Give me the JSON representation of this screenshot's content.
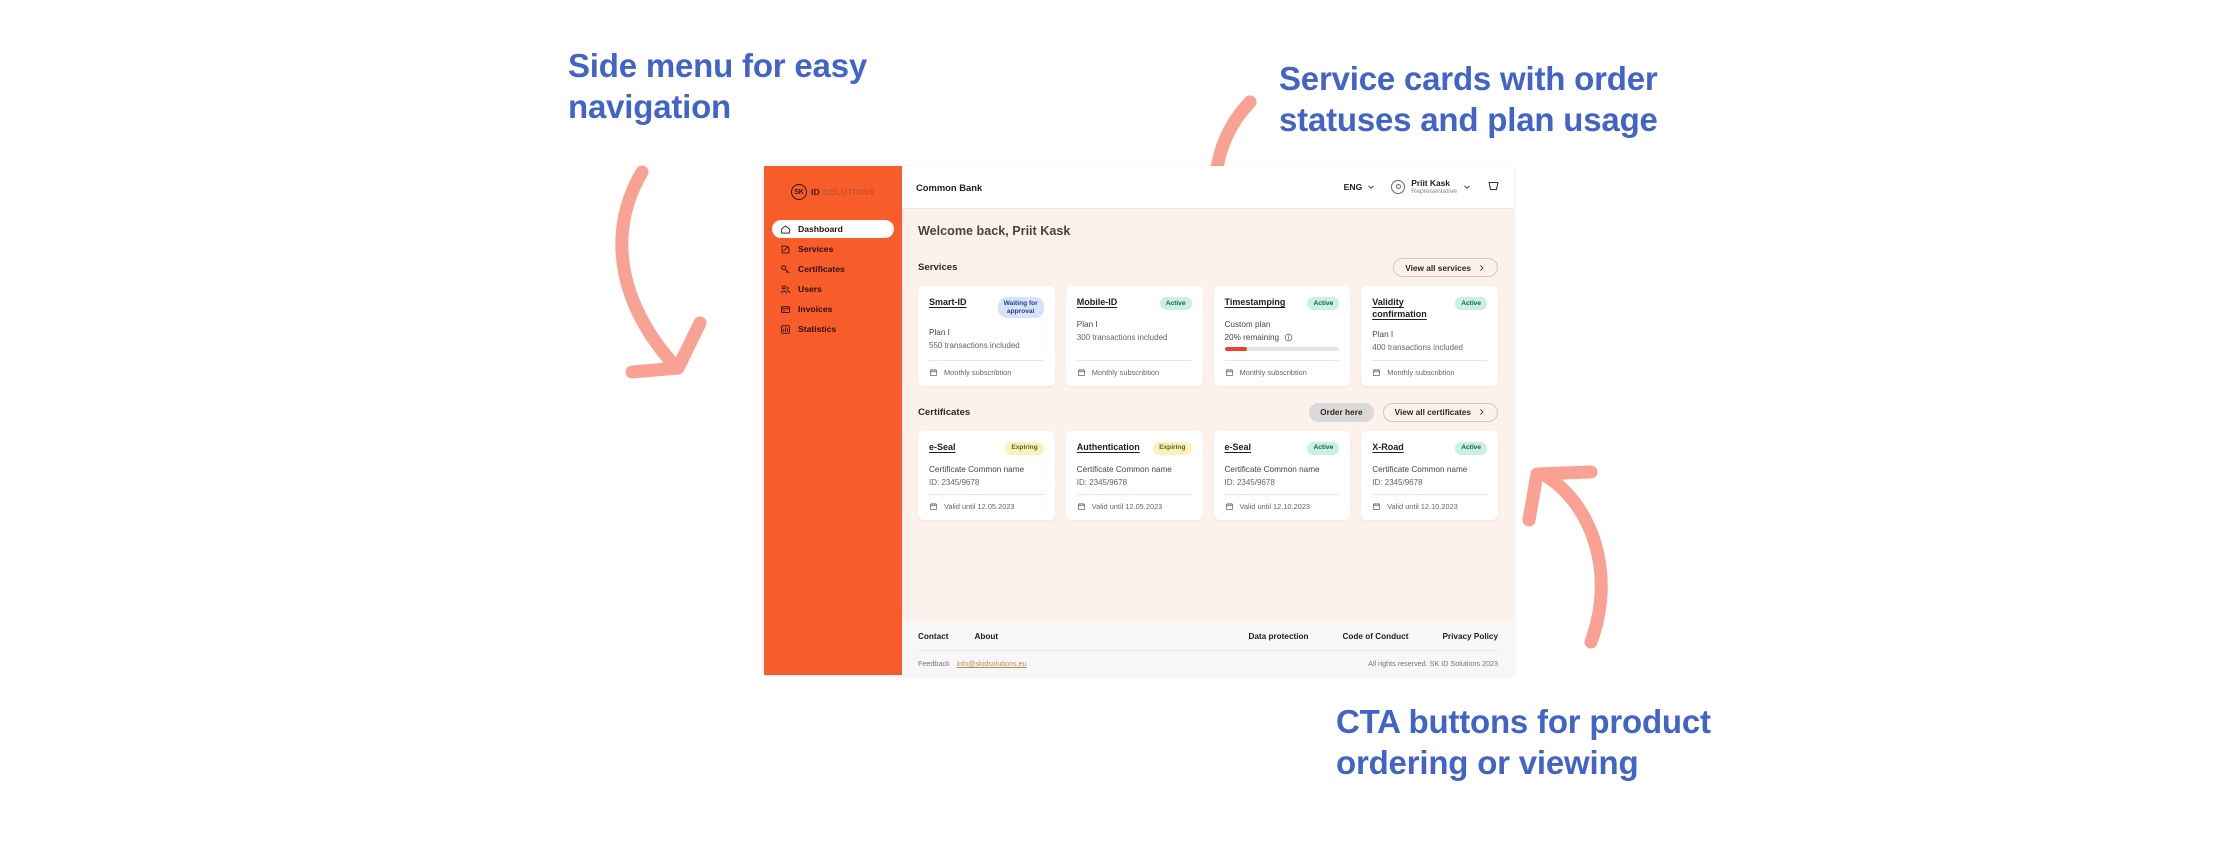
{
  "annotations": [
    {
      "id": "side-menu",
      "text": "Side menu for easy\nnavigation"
    },
    {
      "id": "service-cards",
      "text": "Service cards with order\nstatuses and plan usage"
    },
    {
      "id": "cta-buttons",
      "text": "CTA buttons for product\nordering or viewing"
    }
  ],
  "colors": {
    "annotation_text": "#4263c8",
    "arrow": "#f9a192",
    "sidebar": "#f95c2b",
    "page_bg": "#fdf1ec",
    "progress_fill": "#ef4123",
    "badge_active_bg": "#c8f2dd",
    "badge_waiting_bg": "#d5e2fb",
    "badge_expiring_bg": "#fbf1bd"
  },
  "sidebar": {
    "logo": {
      "mark": "SK",
      "word_bold": "ID",
      "word_dim": "SOLUTIONS"
    },
    "items": [
      {
        "label": "Dashboard",
        "icon": "home-icon",
        "active": true
      },
      {
        "label": "Services",
        "icon": "services-icon",
        "active": false
      },
      {
        "label": "Certificates",
        "icon": "key-icon",
        "active": false
      },
      {
        "label": "Users",
        "icon": "users-icon",
        "active": false
      },
      {
        "label": "Invoices",
        "icon": "invoice-icon",
        "active": false
      },
      {
        "label": "Statistics",
        "icon": "statistics-icon",
        "active": false
      }
    ]
  },
  "topbar": {
    "org_name": "Common Bank",
    "language": "ENG",
    "user_name": "Priit Kask",
    "user_role": "Representative",
    "cart_icon": "cart-icon"
  },
  "main": {
    "welcome": "Welcome back, Priit Kask",
    "services": {
      "title": "Services",
      "view_all": "View all services",
      "cards": [
        {
          "title": "Smart-ID",
          "status": "Waiting for\napproval",
          "status_type": "waiting",
          "plan": "Plan I",
          "detail": "550 transactions included",
          "footer": "Monthly subscribtion"
        },
        {
          "title": "Mobile-ID",
          "status": "Active",
          "status_type": "active",
          "plan": "Plan I",
          "detail": "300 transactions included",
          "footer": "Monthly subscribtion"
        },
        {
          "title": "Timestamping",
          "status": "Active",
          "status_type": "active",
          "plan": "Custom plan",
          "usage_label": "20% remaining",
          "usage_percent": 20,
          "footer": "Monthly subscribtion"
        },
        {
          "title": "Validity\nconfirmation",
          "status": "Active",
          "status_type": "active",
          "plan": "Plan I",
          "detail": "400 transactions included",
          "footer": "Monthly subscribtion"
        }
      ]
    },
    "certificates": {
      "title": "Certificates",
      "order_here": "Order here",
      "view_all": "View all certificates",
      "cards": [
        {
          "title": "e-Seal",
          "status": "Expiring",
          "status_type": "expiring",
          "common_name": "Certificate Common name",
          "id": "ID: 2345/9678",
          "footer": "Valid until 12.05.2023"
        },
        {
          "title": "Authentication",
          "status": "Expiring",
          "status_type": "expiring",
          "common_name": "Certificate Common name",
          "id": "ID: 2345/9678",
          "footer": "Valid until 12.05.2023"
        },
        {
          "title": "e-Seal",
          "status": "Active",
          "status_type": "active",
          "common_name": "Certificate Common name",
          "id": "ID: 2345/9678",
          "footer": "Valid until 12.10.2023"
        },
        {
          "title": "X-Road",
          "status": "Active",
          "status_type": "active",
          "common_name": "Certificate Common name",
          "id": "ID: 2345/9678",
          "footer": "Valid until 12.10.2023"
        }
      ]
    }
  },
  "footer": {
    "left_links": [
      "Contact",
      "About"
    ],
    "right_links": [
      "Data protection",
      "Code of Conduct",
      "Privacy Policy"
    ],
    "feedback_label": "Feedback",
    "feedback_email": "info@skidsolutions.eu",
    "copyright": "All rights reserved. SK ID Solutions 2023"
  }
}
